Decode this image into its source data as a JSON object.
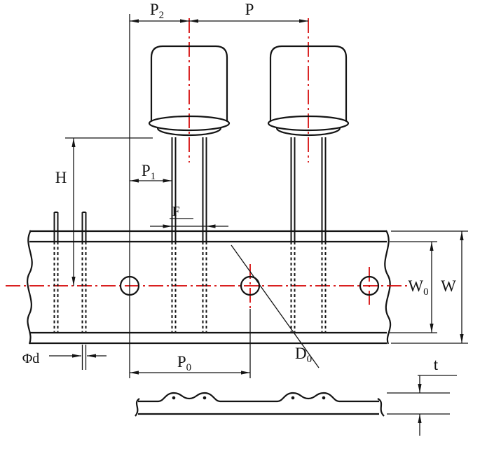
{
  "diagram": {
    "colors": {
      "outline": "#141414",
      "centerline": "#d40000",
      "background": "#ffffff"
    },
    "labels": {
      "p2": {
        "base": "P",
        "sub": "2"
      },
      "p": {
        "base": "P",
        "sub": ""
      },
      "p1": {
        "base": "P",
        "sub": "1"
      },
      "h": {
        "base": "H",
        "sub": ""
      },
      "f": {
        "base": "F",
        "sub": ""
      },
      "w0": {
        "base": "W",
        "sub": "0"
      },
      "w": {
        "base": "W",
        "sub": ""
      },
      "phi_d": {
        "base": "Φd",
        "sub": ""
      },
      "p0": {
        "base": "P",
        "sub": "0"
      },
      "d0": {
        "base": "D",
        "sub": "0"
      },
      "t": {
        "base": "t",
        "sub": ""
      }
    }
  }
}
